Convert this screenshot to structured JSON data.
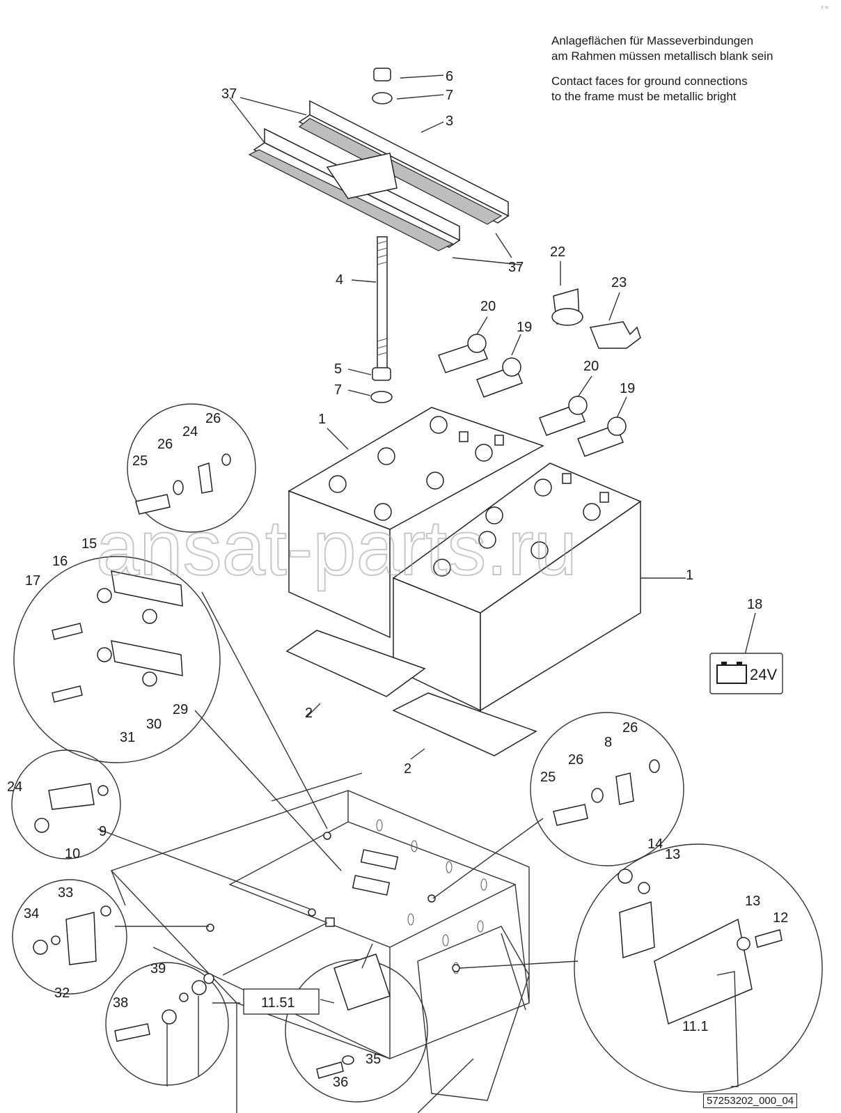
{
  "notes": {
    "german": [
      "Anlageflächen für Masseverbindungen",
      "am Rahmen müssen metallisch blank sein"
    ],
    "english": [
      "Contact faces for ground connections",
      "to the frame must be metallic bright"
    ]
  },
  "battery_symbol": {
    "label": "24V",
    "callout": "18"
  },
  "references": [
    "11.51",
    "11.1"
  ],
  "drawing_number": "57253202_000_04",
  "watermark": "ansat-parts.ru",
  "callouts": [
    "1",
    "1",
    "2",
    "2",
    "3",
    "4",
    "5",
    "6",
    "7",
    "7",
    "8",
    "9",
    "10",
    "12",
    "13",
    "13",
    "14",
    "15",
    "16",
    "17",
    "19",
    "19",
    "20",
    "20",
    "22",
    "23",
    "24",
    "24",
    "25",
    "25",
    "26",
    "26",
    "26",
    "26",
    "29",
    "30",
    "31",
    "32",
    "33",
    "34",
    "35",
    "36",
    "37",
    "37",
    "38",
    "39"
  ],
  "corner_mark": "r ="
}
